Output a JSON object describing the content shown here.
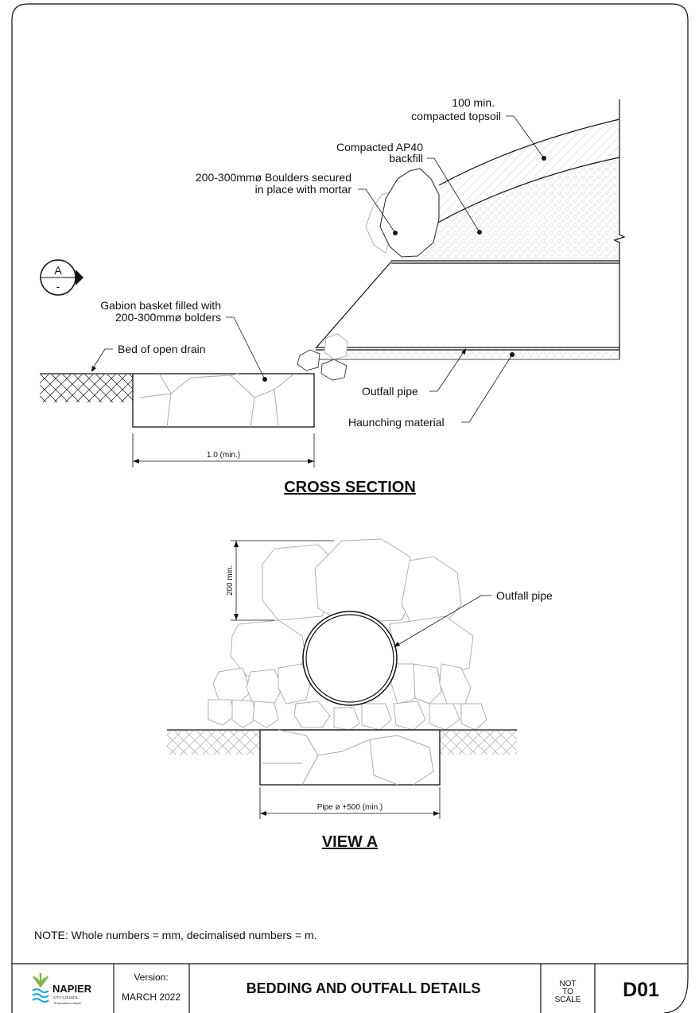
{
  "cross_section": {
    "title": "CROSS SECTION",
    "section_marker": {
      "letter": "A",
      "sheet": "-"
    },
    "labels": {
      "topsoil_line1": "100 min.",
      "topsoil_line2": "compacted topsoil",
      "backfill_line1": "Compacted AP40",
      "backfill_line2": "backfill",
      "boulders_line1": "200-300mmø Boulders secured",
      "boulders_line2": "in place with mortar",
      "gabion_line1": "Gabion basket filled with",
      "gabion_line2": "200-300mmø bolders",
      "bed": "Bed of open drain",
      "outfall_pipe": "Outfall pipe",
      "haunching": "Haunching material",
      "dimension": "1.0 (min.)"
    }
  },
  "view_a": {
    "title": "VIEW A",
    "labels": {
      "outfall_pipe": "Outfall pipe",
      "dim_vertical": "200 min.",
      "dim_horizontal": "Pipe ø +500 (min.)"
    }
  },
  "note": "NOTE:  Whole numbers = mm, decimalised numbers = m.",
  "title_block": {
    "logo_name": "NAPIER",
    "logo_sub": "CITY COUNCIL",
    "logo_tagline": "Te Kaunihera o Ahuriri",
    "version_label": "Version:",
    "version_value": "MARCH 2022",
    "drawing_title": "BEDDING AND OUTFALL DETAILS",
    "scale_line1": "NOT",
    "scale_line2": "TO",
    "scale_line3": "SCALE",
    "drawing_number": "D01"
  },
  "colors": {
    "logo_green": "#7ab648",
    "logo_blue": "#2aa7df"
  }
}
